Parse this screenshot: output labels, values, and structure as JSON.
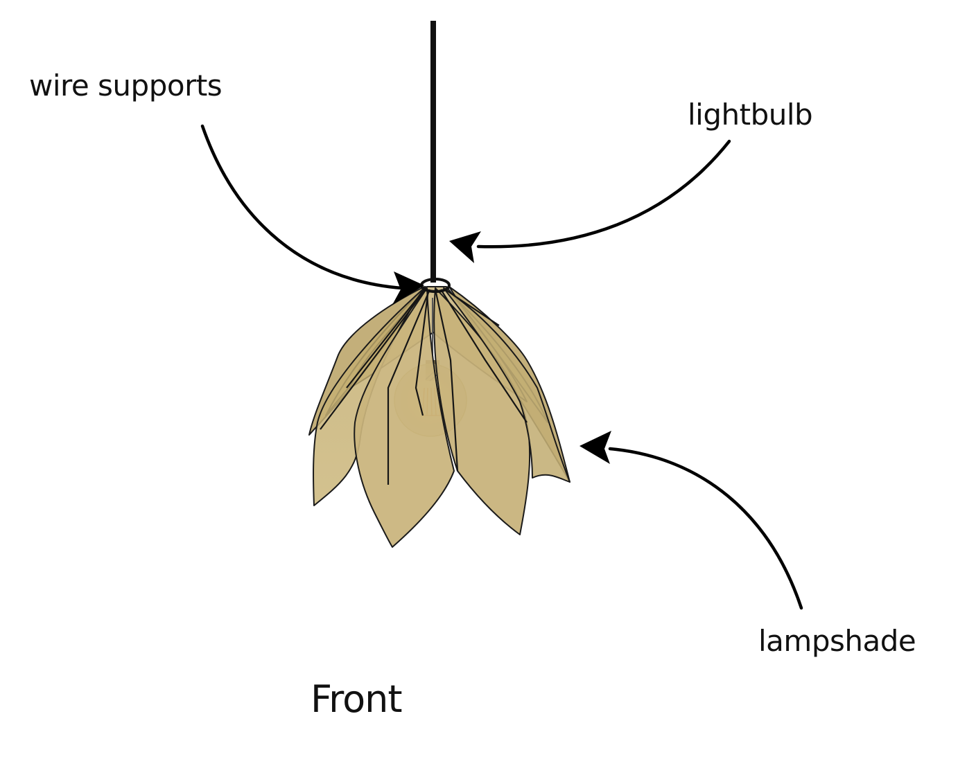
{
  "labels": {
    "wire_supports": "wire supports",
    "lightbulb": "lightbulb",
    "lampshade": "lampshade",
    "view": "Front"
  },
  "colors": {
    "petal_fill": "#c9b47c",
    "petal_fill_back": "#bda86e",
    "petal_stroke": "#1a1a1a",
    "cord": "#111111",
    "arrow": "#000000",
    "bulb_glass": "#e6d7a8",
    "filament": "#d98a2b",
    "background": "#ffffff"
  }
}
